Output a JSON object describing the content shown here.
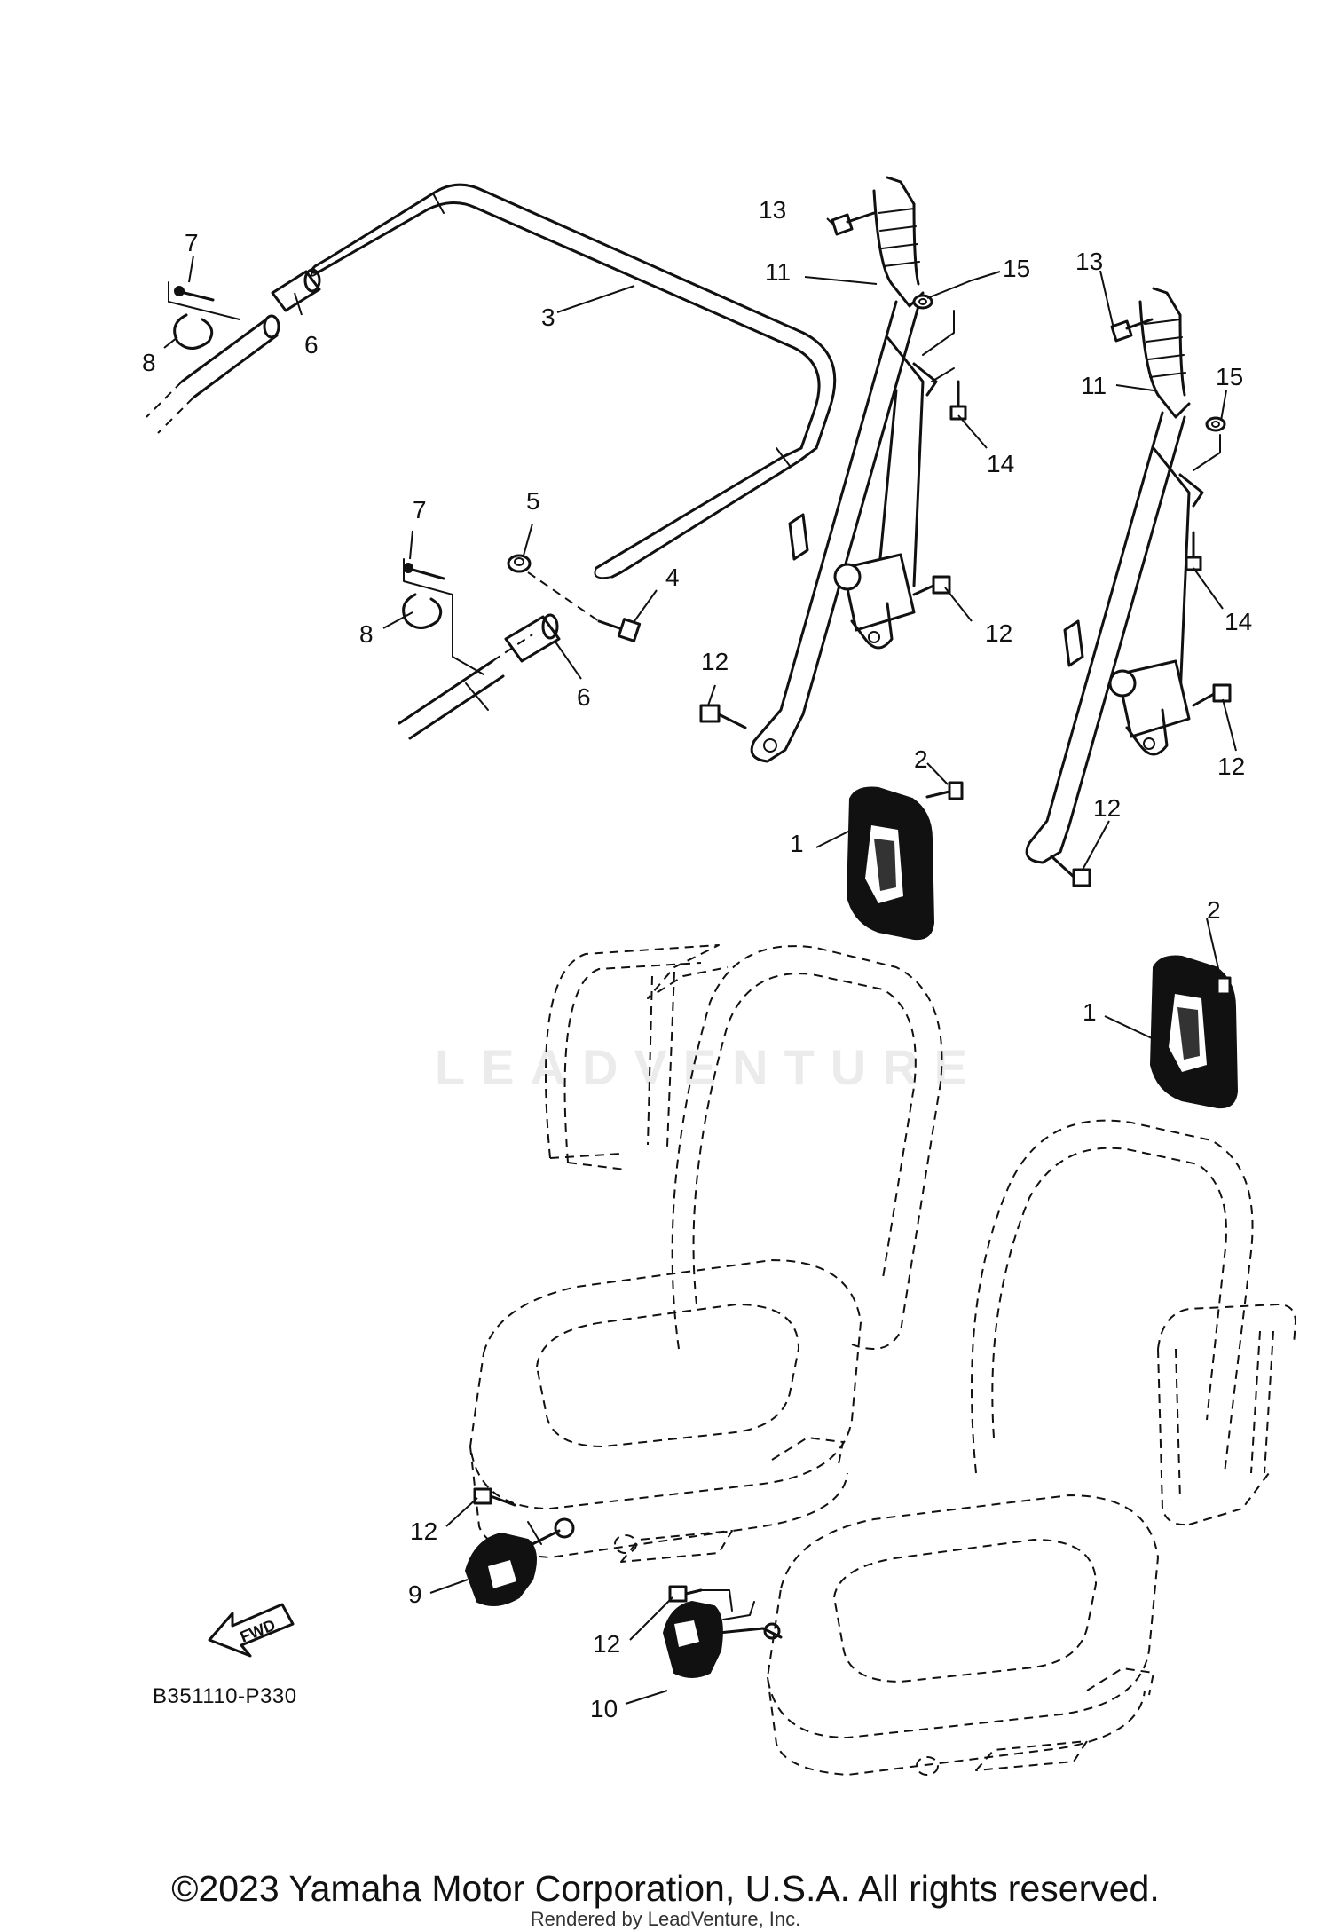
{
  "diagram": {
    "code": "B351110-P330",
    "fwd_label": "FWD",
    "watermark": "LEADVENTURE",
    "callouts": [
      {
        "id": "c7a",
        "number": "7"
      },
      {
        "id": "c8a",
        "number": "8"
      },
      {
        "id": "c6a",
        "number": "6"
      },
      {
        "id": "c3",
        "number": "3"
      },
      {
        "id": "c13a",
        "number": "13"
      },
      {
        "id": "c11a",
        "number": "11"
      },
      {
        "id": "c15a",
        "number": "15"
      },
      {
        "id": "c14a",
        "number": "14"
      },
      {
        "id": "c13b",
        "number": "13"
      },
      {
        "id": "c11b",
        "number": "11"
      },
      {
        "id": "c15b",
        "number": "15"
      },
      {
        "id": "c14b",
        "number": "14"
      },
      {
        "id": "c5",
        "number": "5"
      },
      {
        "id": "c4",
        "number": "4"
      },
      {
        "id": "c7b",
        "number": "7"
      },
      {
        "id": "c8b",
        "number": "8"
      },
      {
        "id": "c6b",
        "number": "6"
      },
      {
        "id": "c12a",
        "number": "12"
      },
      {
        "id": "c12b",
        "number": "12"
      },
      {
        "id": "c12c",
        "number": "12"
      },
      {
        "id": "c12d",
        "number": "12"
      },
      {
        "id": "c2a",
        "number": "2"
      },
      {
        "id": "c1a",
        "number": "1"
      },
      {
        "id": "c2b",
        "number": "2"
      },
      {
        "id": "c1b",
        "number": "1"
      },
      {
        "id": "c12e",
        "number": "12"
      },
      {
        "id": "c9",
        "number": "9"
      },
      {
        "id": "c12f",
        "number": "12"
      },
      {
        "id": "c10",
        "number": "10"
      }
    ]
  },
  "footer": {
    "copyright": "©2023 Yamaha Motor Corporation, U.S.A. All rights reserved.",
    "rendered_by": "Rendered by LeadVenture, Inc."
  }
}
